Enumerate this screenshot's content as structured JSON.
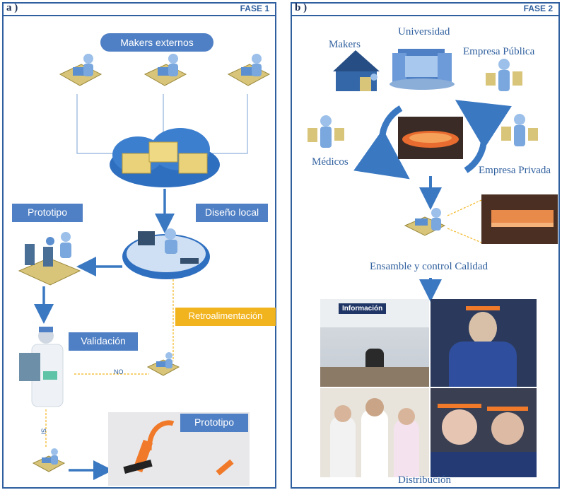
{
  "panel_a": {
    "letter": "a )",
    "fase": "FASE 1",
    "makers_externos": "Makers externos",
    "prototipo_top": "Prototipo",
    "diseno_local": "Diseño local",
    "retroalimentacion": "Retroalimentación",
    "validacion": "Validación",
    "no_label": "NO",
    "si_label": "SI",
    "prototipo_bottom": "Prototipo"
  },
  "panel_b": {
    "letter": "b )",
    "fase": "FASE 2",
    "universidad": "Universidad",
    "makers": "Makers",
    "empresa_publica": "Empresa Pública",
    "medicos": "Médicos",
    "empresa_privada": "Empresa Privada",
    "ensamble": "Ensamble y control Calidad",
    "informacion": "Información",
    "distribucion": "Distribución"
  },
  "colors": {
    "frame": "#2f5f9e",
    "label_box": "#4f7fc4",
    "arrow": "#3a78c2",
    "feedback": "#f2b41e"
  }
}
